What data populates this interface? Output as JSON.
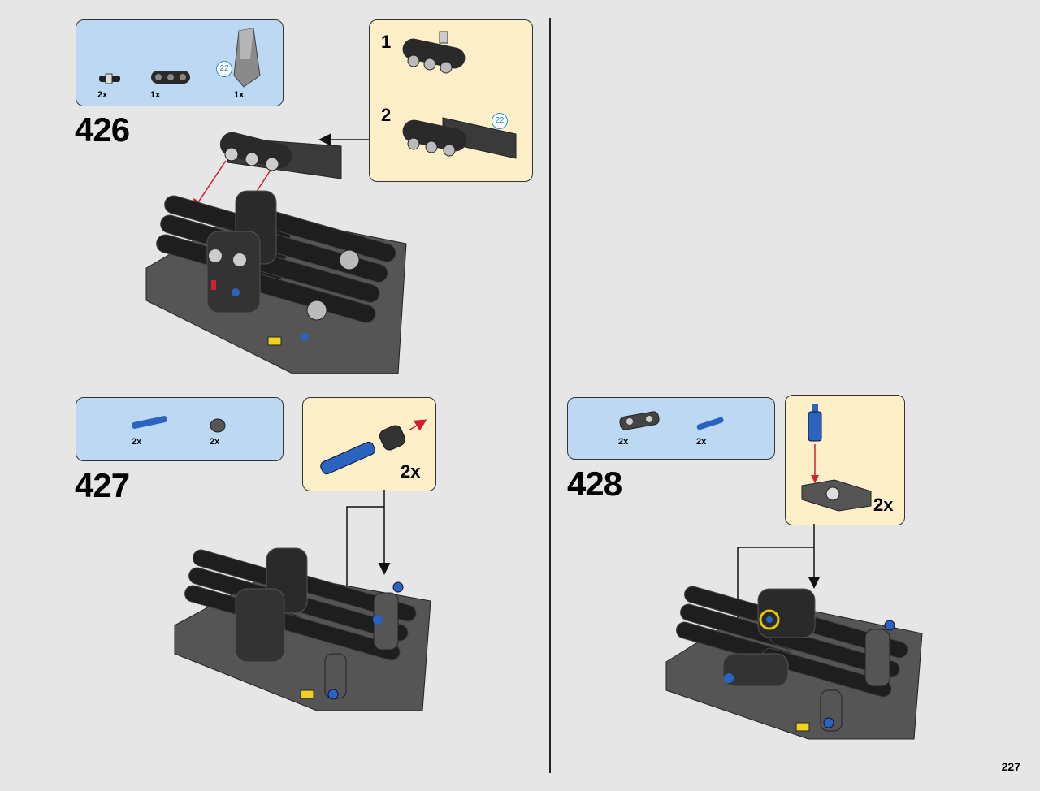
{
  "page_number": "227",
  "steps": [
    {
      "number": "426",
      "parts": [
        {
          "qty": "2x",
          "icon": "connector-pin-icon"
        },
        {
          "qty": "1x",
          "icon": "beam-3-icon"
        },
        {
          "qty": "1x",
          "icon": "panel-icon"
        }
      ],
      "parts_callout": "22",
      "substeps": [
        {
          "number": "1"
        },
        {
          "number": "2",
          "callout": "22"
        }
      ]
    },
    {
      "number": "427",
      "parts": [
        {
          "qty": "2x",
          "icon": "blue-axle-pin-icon"
        },
        {
          "qty": "2x",
          "icon": "bush-icon"
        }
      ],
      "sub_multiplier": "2x"
    },
    {
      "number": "428",
      "parts": [
        {
          "qty": "2x",
          "icon": "cross-block-icon"
        },
        {
          "qty": "2x",
          "icon": "blue-pin-icon"
        }
      ],
      "sub_multiplier": "2x"
    }
  ],
  "colors": {
    "parts_bg": "#bcd8f2",
    "subassembly_bg": "#fdefc8",
    "arrow_red": "#d02030",
    "page_bg": "#e6e6e6"
  }
}
